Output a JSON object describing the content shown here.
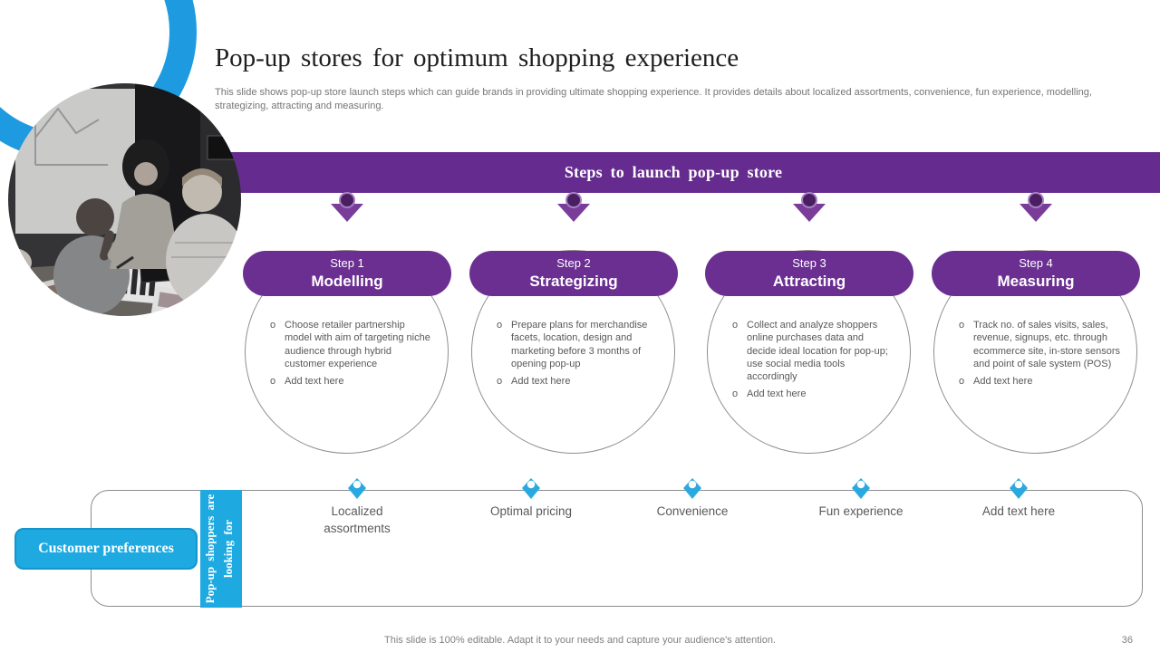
{
  "slide": {
    "title": "Pop-up stores for optimum shopping experience",
    "subtitle": "This slide shows pop-up store launch steps which can guide brands in providing ultimate shopping experience. It provides details about localized assortments, convenience, fun experience, modelling, strategizing, attracting and measuring.",
    "footer": "This slide is 100% editable. Adapt it to your needs and capture your audience's attention.",
    "page_number": "36"
  },
  "banner": {
    "title": "Steps to launch pop-up store"
  },
  "steps": [
    {
      "label": "Step 1",
      "name": "Modelling",
      "bullets": [
        "Choose retailer partnership model with aim of targeting niche audience through hybrid customer experience",
        "Add text here"
      ]
    },
    {
      "label": "Step 2",
      "name": "Strategizing",
      "bullets": [
        "Prepare plans for merchandise facets, location, design and marketing before 3 months of opening pop-up",
        "Add text here"
      ]
    },
    {
      "label": "Step 3",
      "name": "Attracting",
      "bullets": [
        "Collect and analyze shoppers online purchases data and decide ideal location for pop-up; use social media tools accordingly",
        "Add text here"
      ]
    },
    {
      "label": "Step 4",
      "name": "Measuring",
      "bullets": [
        "Track no. of sales visits, sales, revenue, signups, etc. through ecommerce site, in-store sensors and point of sale system (POS)",
        "Add text here"
      ]
    }
  ],
  "bullet_marker": "o",
  "preferences": {
    "button_label": "Customer preferences",
    "bar_label": "Pop-up shoppers are looking for",
    "items": [
      "Localized assortments",
      "Optimal pricing",
      "Convenience",
      "Fun experience",
      "Add text here"
    ]
  },
  "colors": {
    "banner_purple": "#662B8F",
    "pill_purple": "#6B2F92",
    "arrow_purple": "#7A3C99",
    "accent_blue": "#1FA9E1",
    "ring_blue": "#1E9BE0",
    "body_gray": "#595959"
  }
}
